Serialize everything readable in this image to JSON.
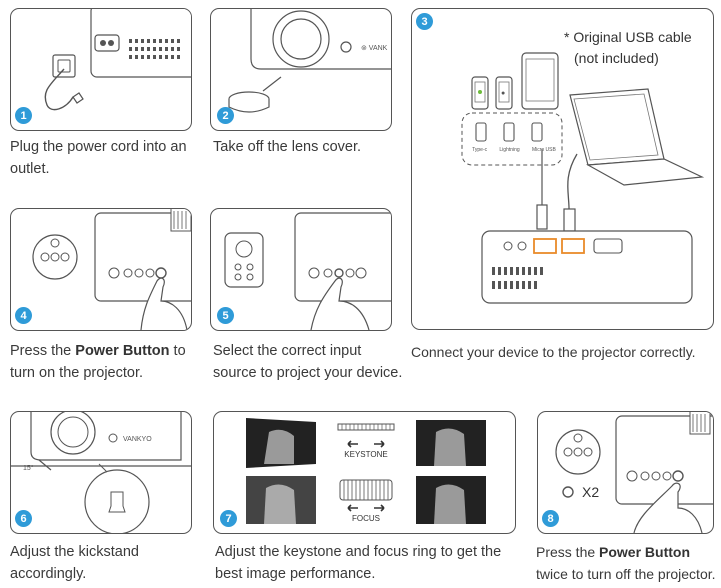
{
  "steps": [
    {
      "num": "1",
      "caption": "Plug the power cord into an outlet."
    },
    {
      "num": "2",
      "caption": "Take off the lens cover."
    },
    {
      "num": "3",
      "note_line1": "* Original USB cable",
      "note_line2": "(not included)",
      "port_labels": [
        "Type-c",
        "Lightning",
        "Micro USB"
      ],
      "caption": "Connect your device to the projector correctly."
    },
    {
      "num": "4",
      "caption_pre": "Press the ",
      "caption_bold": "Power Button",
      "caption_post": " to turn on the projector."
    },
    {
      "num": "5",
      "caption": "Select the correct input source to project your device."
    },
    {
      "num": "6",
      "caption": "Adjust the kickstand accordingly.",
      "angle_label": "15°",
      "brand": "VANKYO"
    },
    {
      "num": "7",
      "keystone_label": "KEYSTONE",
      "focus_label": "FOCUS",
      "caption": "Adjust the keystone and focus ring to get the best image performance."
    },
    {
      "num": "8",
      "press_count": "X2",
      "caption_pre": "Press the ",
      "caption_bold": "Power Button",
      "caption_post": " twice to turn off the projector."
    }
  ],
  "colors": {
    "badge": "#2f9bd8",
    "line": "#555555",
    "highlight": "#e98b2a"
  }
}
